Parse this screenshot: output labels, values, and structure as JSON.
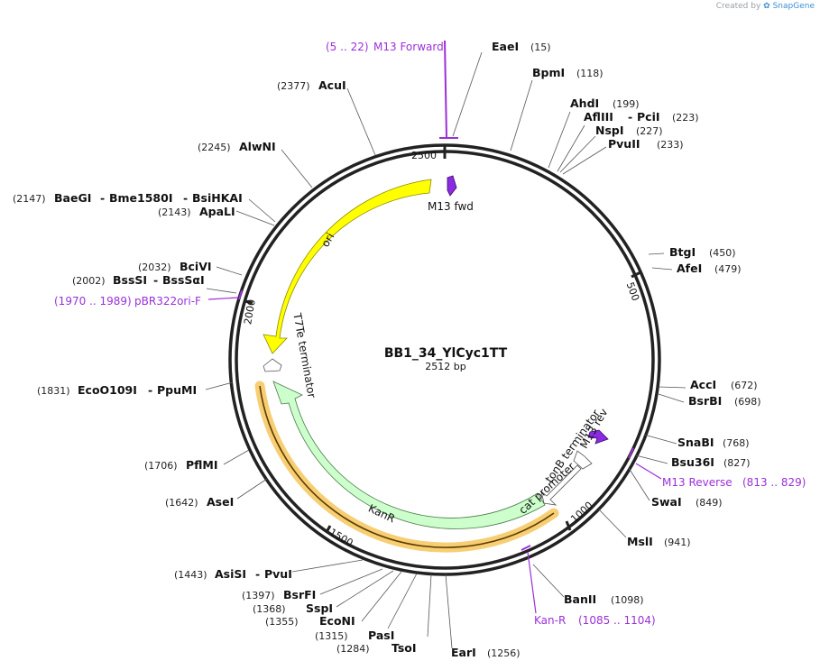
{
  "credit": {
    "prefix": "Created by",
    "brand": "SnapGene"
  },
  "plasmid": {
    "name": "BB1_34_YlCyc1TT",
    "length_label": "2512 bp"
  },
  "ticks": [
    "2500",
    "500",
    "1000",
    "1500",
    "2000"
  ],
  "enzymes": [
    {
      "name": "EaeI",
      "pos": "(15)"
    },
    {
      "name": "BpmI",
      "pos": "(118)"
    },
    {
      "name": "AhdI",
      "pos": "(199)"
    },
    {
      "name": "AflIII",
      "sep": "-",
      "name2": "PciI",
      "pos": "(223)"
    },
    {
      "name": "NspI",
      "pos": "(227)"
    },
    {
      "name": "PvuII",
      "pos": "(233)"
    },
    {
      "name": "BtgI",
      "pos": "(450)"
    },
    {
      "name": "AfeI",
      "pos": "(479)"
    },
    {
      "name": "AccI",
      "pos": "(672)"
    },
    {
      "name": "BsrBI",
      "pos": "(698)"
    },
    {
      "name": "SnaBI",
      "pos": "(768)"
    },
    {
      "name": "Bsu36I",
      "pos": "(827)"
    },
    {
      "name": "SwaI",
      "pos": "(849)"
    },
    {
      "name": "MslI",
      "pos": "(941)"
    },
    {
      "name": "BanII",
      "pos": "(1098)"
    },
    {
      "name": "EarI",
      "pos": "(1256)"
    },
    {
      "name": "TsoI",
      "pos": "(1284)"
    },
    {
      "name": "PasI",
      "pos": "(1315)"
    },
    {
      "name": "EcoNI",
      "pos": "(1355)"
    },
    {
      "name": "SspI",
      "pos": "(1368)"
    },
    {
      "name": "BsrFI",
      "pos": "(1397)"
    },
    {
      "name": "AsiSI",
      "sep": "-",
      "name2": "PvuI",
      "pos": "(1443)"
    },
    {
      "name": "AseI",
      "pos": "(1642)"
    },
    {
      "name": "PflMI",
      "pos": "(1706)"
    },
    {
      "name": "EcoO109I",
      "sep": "-",
      "name2": "PpuMI",
      "pos": "(1831)"
    },
    {
      "name": "BssSI",
      "sep": "-",
      "name2": "BssSαI",
      "pos": "(2002)"
    },
    {
      "name": "BciVI",
      "pos": "(2032)"
    },
    {
      "name": "ApaLI",
      "pos": "(2143)"
    },
    {
      "name": "BaeGI",
      "sep": "-",
      "name2": "Bme1580I",
      "sep2": "-",
      "name3": "BsiHKAI",
      "pos": "(2147)"
    },
    {
      "name": "AlwNI",
      "pos": "(2245)"
    },
    {
      "name": "AcuI",
      "pos": "(2377)"
    }
  ],
  "primers": [
    {
      "name": "M13 Forward",
      "range": "(5 .. 22)"
    },
    {
      "name": "M13 Reverse",
      "range": "(813 .. 829)"
    },
    {
      "name": "Kan-R",
      "range": "(1085 .. 1104)"
    },
    {
      "name": "pBR322ori-F",
      "range": "(1970 .. 1989)"
    }
  ],
  "features": [
    {
      "name": "M13 fwd",
      "color": "#8a2be2"
    },
    {
      "name": "ori",
      "color": "#ffff00"
    },
    {
      "name": "T7Te terminator",
      "color": "#ffffff"
    },
    {
      "name": "KanR",
      "color": "#ccffcc"
    },
    {
      "name": "cat promoter",
      "color": "#ffffff"
    },
    {
      "name": "tonB terminator",
      "color": "#ffffff"
    },
    {
      "name": "M13 rev",
      "color": "#8a2be2"
    }
  ],
  "colors": {
    "primer": "#9b30d9",
    "orf_highlight": "#f0a500",
    "backbone": "#222222"
  }
}
